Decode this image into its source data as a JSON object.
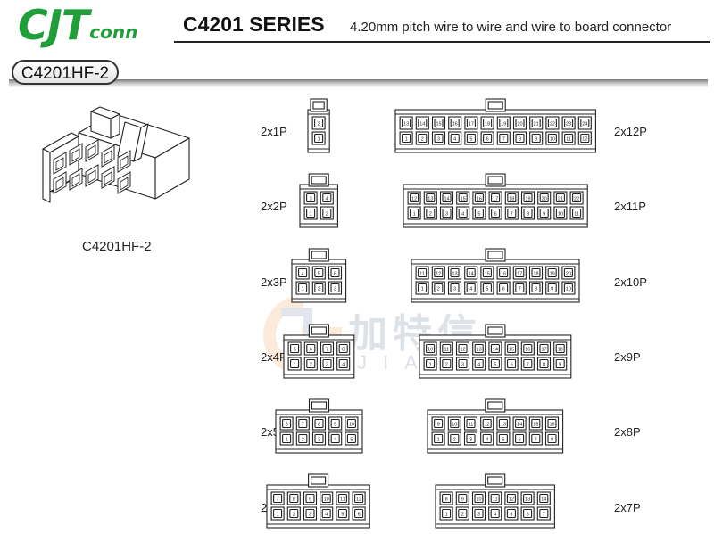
{
  "brand": {
    "logo_big": "CJT",
    "logo_small": "conn",
    "watermark_cn": "加特信",
    "watermark_en": "JIATSIN"
  },
  "header": {
    "series": "C4201 SERIES",
    "subtitle": "4.20mm pitch wire to wire and wire to board connector"
  },
  "model_tab": "C4201HF-2",
  "product_caption": "C4201HF-2",
  "connectors_left": [
    {
      "label": "2x1P",
      "cols": 1
    },
    {
      "label": "2x2P",
      "cols": 2
    },
    {
      "label": "2x3P",
      "cols": 3
    },
    {
      "label": "2x4P",
      "cols": 4
    },
    {
      "label": "2x5P",
      "cols": 5
    },
    {
      "label": "2x6P",
      "cols": 6
    }
  ],
  "connectors_right": [
    {
      "label": "2x12P",
      "cols": 12
    },
    {
      "label": "2x11P",
      "cols": 11
    },
    {
      "label": "2x10P",
      "cols": 10
    },
    {
      "label": "2x9P",
      "cols": 9
    },
    {
      "label": "2x8P",
      "cols": 8
    },
    {
      "label": "2x7P",
      "cols": 7
    }
  ],
  "colors": {
    "logo": "#1f9e3a",
    "line": "#222222",
    "watermark_orange": "#f2a35a",
    "watermark_blue": "#7d8ca8"
  }
}
